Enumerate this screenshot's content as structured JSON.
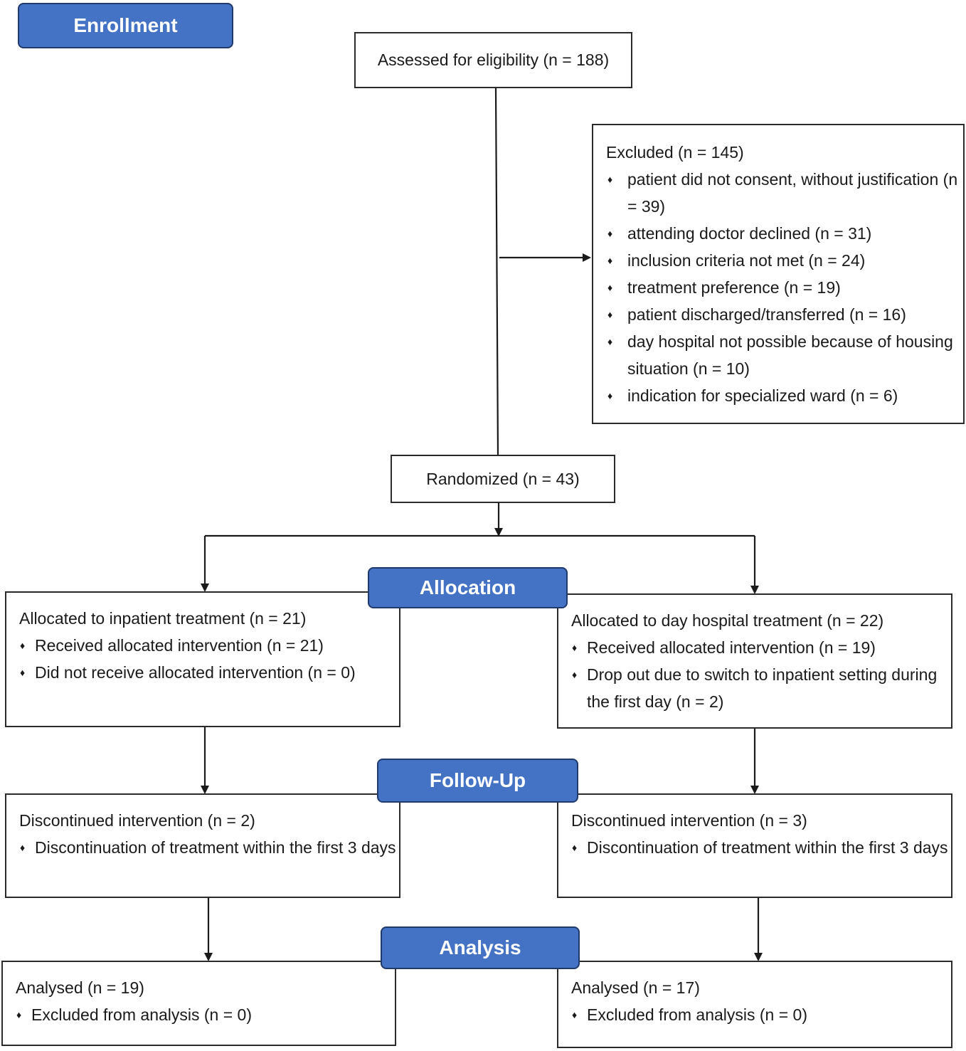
{
  "stages": {
    "enrollment": "Enrollment",
    "allocation": "Allocation",
    "follow_up": "Follow-Up",
    "analysis": "Analysis"
  },
  "assessed": "Assessed for eligibility (n = 188)",
  "excluded": {
    "title": "Excluded  (n = 145)",
    "items": [
      "patient did not consent, without justification (n = 39)",
      "attending doctor declined (n = 31)",
      "inclusion criteria not met (n = 24)",
      "treatment preference (n = 19)",
      "patient discharged/transferred (n = 16)",
      "day hospital not possible because of housing situation (n = 10)",
      "indication for specialized ward (n = 6)"
    ]
  },
  "randomized": "Randomized (n = 43)",
  "allocation": {
    "left": {
      "title": "Allocated to inpatient treatment (n = 21)",
      "items": [
        "Received allocated intervention (n = 21)",
        "Did not receive allocated intervention (n = 0)"
      ]
    },
    "right": {
      "title": "Allocated to day hospital treatment (n = 22)",
      "items": [
        "Received allocated intervention (n = 19)",
        "Drop out due to switch to inpatient setting during the first day (n = 2)"
      ]
    }
  },
  "follow_up": {
    "left": {
      "title": "Discontinued intervention (n = 2)",
      "items": [
        "Discontinuation of treatment within the first 3 days"
      ]
    },
    "right": {
      "title": "Discontinued intervention (n = 3)",
      "items": [
        "Discontinuation of treatment within the first 3 days"
      ]
    }
  },
  "analysis": {
    "left": {
      "title": "Analysed  (n = 19)",
      "items": [
        "Excluded from analysis (n = 0)"
      ]
    },
    "right": {
      "title": "Analysed  (n = 17)",
      "items": [
        "Excluded from analysis (n = 0)"
      ]
    }
  }
}
